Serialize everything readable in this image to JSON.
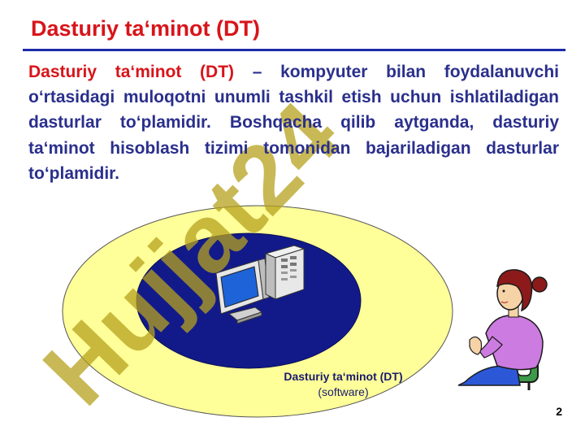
{
  "slide": {
    "title": "Dasturiy ta‘minot (DT)",
    "paragraph_term": "Dasturiy ta‘minot (DT)",
    "paragraph_rest": " – kompyuter bilan foydalanuvchi o‘rtasidagi muloqotni unumli tashkil etish uchun ishlatiladigan dasturlar to‘plamidir. Boshqacha qilib aytganda, dasturiy  ta‘minot hisoblash tizimi tomonidan bajariladigan  dasturlar to‘plamidir.",
    "diagram_label_main": "Dasturiy ta‘minot (DT)",
    "diagram_label_sub": "(software)",
    "page_number": "2",
    "watermark_text": "Hujjat24"
  },
  "colors": {
    "title": "#d8141a",
    "body_text": "#2a2f8c",
    "rule": "#1c2aa8",
    "outer_ellipse": "#ffff99",
    "inner_ellipse": "#121a8a",
    "watermark": "#b5a21e"
  },
  "icons": [
    "computer-monitor-icon",
    "server-tower-icon",
    "woman-user-icon"
  ]
}
